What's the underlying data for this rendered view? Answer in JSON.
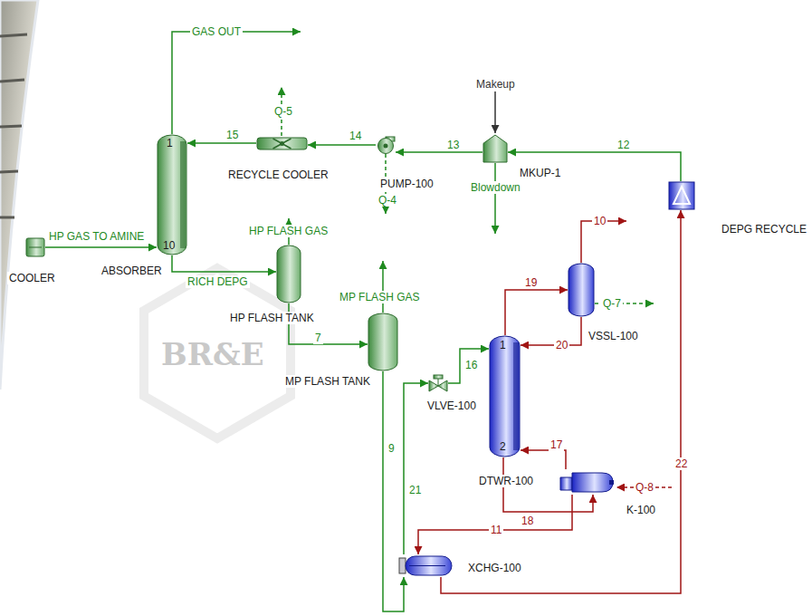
{
  "diagram": {
    "nodes": [
      {
        "text": [
          "1",
          "10",
          "ABSORBER"
        ]
      },
      {
        "text": [
          "RECYCLE COOLER"
        ]
      },
      {
        "text": [
          "PUMP-100"
        ]
      },
      {
        "text": [
          "MKUP-1"
        ]
      },
      {
        "text": [
          "DEPG RECYCLE"
        ]
      },
      {
        "text": [
          "COOLER"
        ]
      },
      {
        "text": [
          "HP FLASH TANK"
        ]
      },
      {
        "text": [
          "MP FLASH TANK"
        ]
      },
      {
        "text": [
          "VSSL-100"
        ]
      },
      {
        "text": [
          "VLVE-100"
        ]
      },
      {
        "text": [
          "1",
          "2",
          "DTWR-100"
        ]
      },
      {
        "text": [
          "K-100"
        ]
      },
      {
        "text": [
          "XCHG-100"
        ]
      }
    ],
    "edges": [
      {
        "from": 5,
        "to": 0,
        "arrow": "to",
        "label": "HP GAS TO AMINE"
      },
      {
        "from": 1,
        "to": 0,
        "arrow": "to",
        "label": "15"
      },
      {
        "from": 2,
        "to": 1,
        "arrow": "to",
        "label": "14"
      },
      {
        "from": 3,
        "to": 2,
        "arrow": "to",
        "label": "13"
      },
      {
        "from": 4,
        "to": 3,
        "arrow": "to",
        "label": "12"
      },
      {
        "from": 0,
        "to": 6,
        "arrow": "to",
        "label": "RICH DEPG"
      },
      {
        "from": 6,
        "to": 7,
        "arrow": "to",
        "label": "7"
      },
      {
        "from": 7,
        "to": 12,
        "arrow": "to",
        "label": "9"
      },
      {
        "from": 12,
        "to": 9,
        "arrow": "to",
        "label": "21"
      },
      {
        "from": 9,
        "to": 10,
        "arrow": "to",
        "label": "16"
      },
      {
        "from": 10,
        "to": 8,
        "arrow": "to",
        "label": "19"
      },
      {
        "from": 8,
        "to": 10,
        "arrow": "to",
        "label": "20"
      },
      {
        "from": 10,
        "to": 11,
        "arrow": "to",
        "label": "18"
      },
      {
        "from": 11,
        "to": 10,
        "arrow": "to",
        "label": "17"
      },
      {
        "from": 11,
        "to": 12,
        "arrow": "to",
        "label": "11"
      },
      {
        "from": 12,
        "to": 4,
        "arrow": "to",
        "label": "22"
      }
    ],
    "labels": [
      "GAS OUT",
      "Q-5",
      "Q-4",
      "Makeup",
      "Blowdown",
      "HP FLASH GAS",
      "MP FLASH GAS",
      "10",
      "Q-7",
      "Q-8",
      "BR&E"
    ]
  }
}
